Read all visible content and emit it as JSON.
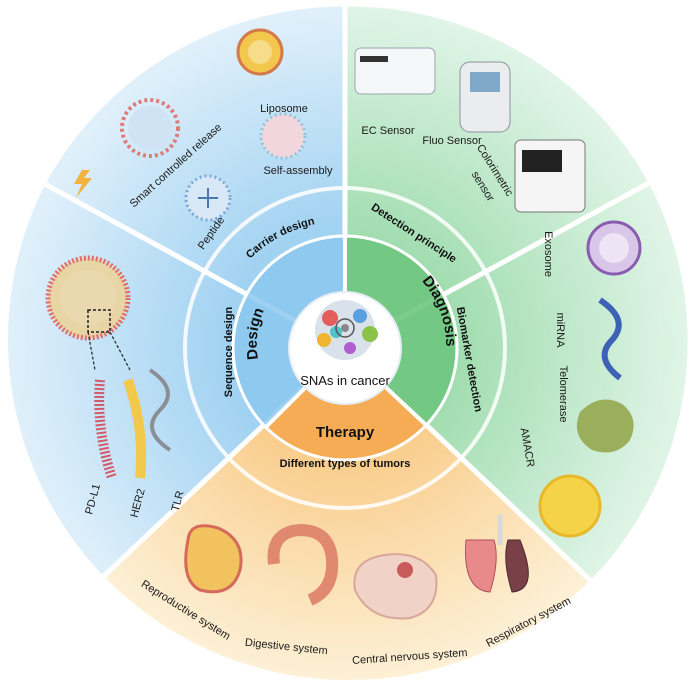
{
  "center": {
    "label": "SNAs in cancer"
  },
  "sections": {
    "design": "Design",
    "diagnosis": "Diagnosis",
    "therapy": "Therapy"
  },
  "subsections": {
    "carrier": "Carrier design",
    "sequence": "Sequence design",
    "detection": "Detection principle",
    "biomarker": "Biomarker detection",
    "tumors": "Different types of tumors"
  },
  "carrier_items": {
    "smart": "Smart controlled release",
    "liposome": "Liposome",
    "self_assembly": "Self-assembly",
    "peptide": "Peptide"
  },
  "sequence_items": {
    "pdl1": "PD-L1",
    "her2": "HER2",
    "tlr": "TLR"
  },
  "detection_items": {
    "ec": "EC Sensor",
    "fluo": "Fluo Sensor",
    "color1": "Colorimetric",
    "color2": "sensor"
  },
  "biomarker_items": {
    "exosome": "Exosome",
    "mirna": "miRNA",
    "telomerase": "Telomerase",
    "amacr": "AMACR"
  },
  "tumor_items": {
    "reproductive": "Reproductive system",
    "digestive": "Digestive system",
    "cns": "Central nervous system",
    "respiratory": "Respiratory system"
  },
  "colors": {
    "design_outer": "#cfe7f6",
    "design_inner": "#a9d5f2",
    "diagnosis_outer": "#cfeedd",
    "diagnosis_inner": "#7fd08c",
    "therapy_outer": "#fdebc6",
    "therapy_inner": "#f7b865"
  }
}
